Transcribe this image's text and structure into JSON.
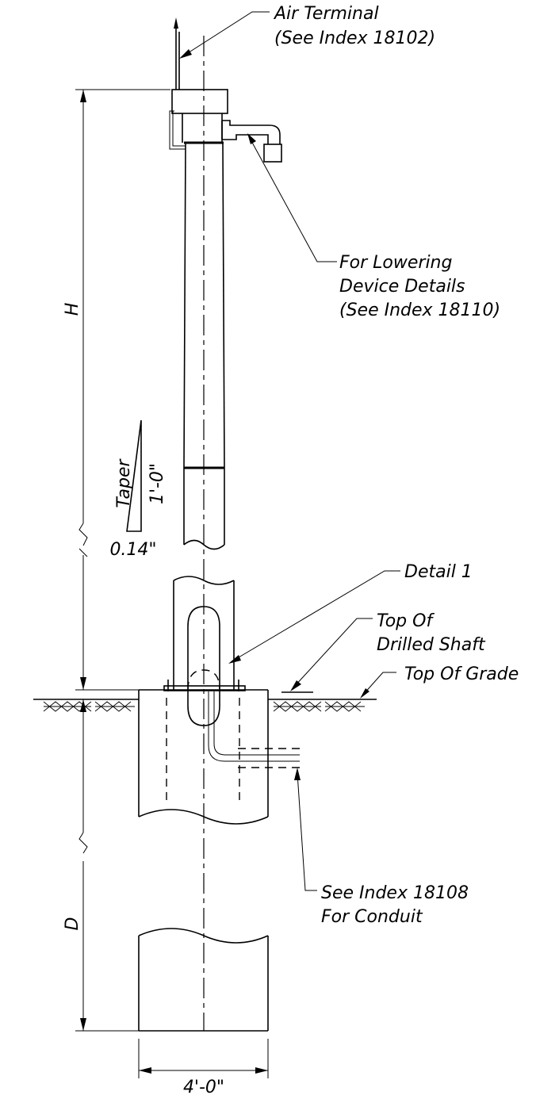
{
  "labels": {
    "air_terminal_line1": "Air Terminal",
    "air_terminal_line2": "(See Index 18102)",
    "lowering_line1": "For Lowering",
    "lowering_line2": "Device Details",
    "lowering_line3": "(See Index 18110)",
    "detail": "Detail 1",
    "top_shaft_line1": "Top Of",
    "top_shaft_line2": "Drilled Shaft",
    "top_grade": "Top Of Grade",
    "conduit_line1": "See Index 18108",
    "conduit_line2": "For Conduit"
  },
  "dimensions": {
    "pole_height": "H",
    "shaft_depth": "D",
    "shaft_diameter": "4'-0\""
  },
  "taper": {
    "label": "Taper",
    "rise": "1'-0\"",
    "run": "0.14\""
  }
}
